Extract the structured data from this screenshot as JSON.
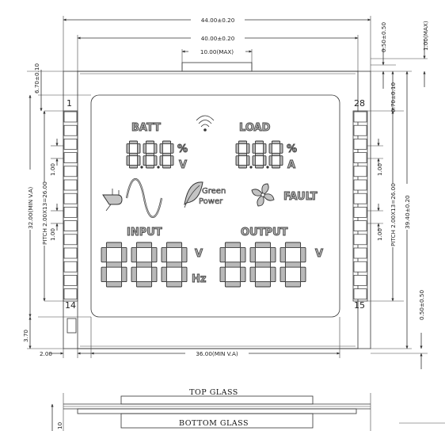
{
  "dimensions": {
    "overall_width": "44.00±0.20",
    "glass_width": "40.00±0.20",
    "tab_width": "10.00(MAX)",
    "view_width": "36.00(MIN V.A)",
    "left_margin": "2.00",
    "view_height": "32.00(MIN V.A)",
    "overall_height": "39.40±0.20",
    "pitch_left": "PITCH 2.00X13=26.00",
    "pitch_right": "PITCH 2.00X13=26.00",
    "top_offset_left": "6.70±0.10",
    "top_offset_right": "6.70±0.10",
    "bottom_offset": "3.70",
    "pin_width_left_top": "1.00",
    "pin_width_left_bottom": "1.00",
    "pin_width_right_top": "1.00",
    "pin_width_right_bottom": "1.00",
    "gap_top_right": "0.50±0.50",
    "gap_bottom_right": "0.50±0.50",
    "thickness": "1.00(MAX)",
    "side_height": "10"
  },
  "pins": {
    "top_left": "1",
    "bottom_left": "14",
    "top_right": "28",
    "bottom_right": "15"
  },
  "lcd": {
    "batt": "BATT",
    "load": "LOAD",
    "percent": "%",
    "volt": "V",
    "amp": "A",
    "green": "Green",
    "power": "Power",
    "fault": "FAULT",
    "input": "INPUT",
    "output": "OUTPUT",
    "v_in": "V",
    "hz": "Hz",
    "v_out": "V"
  },
  "side_view": {
    "top_glass": "TOP GLASS",
    "bottom_glass": "BOTTOM GLASS"
  },
  "icons": [
    "wifi-icon",
    "plug-icon",
    "sine-wave-icon",
    "leaf-icon",
    "fan-icon"
  ]
}
